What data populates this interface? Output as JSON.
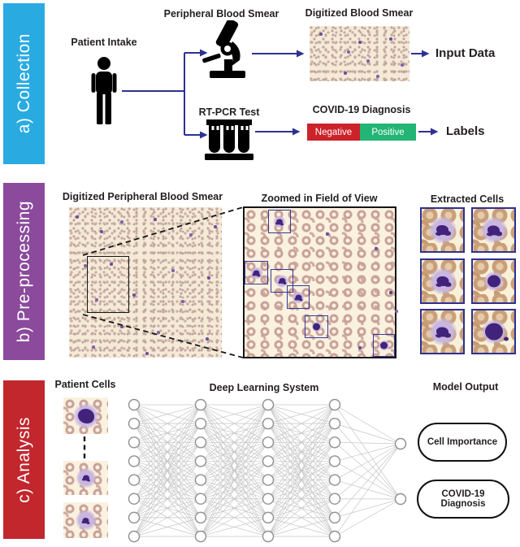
{
  "figure": {
    "sections": {
      "collection": {
        "label": "a) Collection",
        "color": "#29abe2"
      },
      "preprocessing": {
        "label": "b) Pre-processing",
        "color": "#8b4a9c"
      },
      "analysis": {
        "label": "c) Analysis",
        "color": "#c1272d"
      }
    },
    "collection": {
      "patient_intake": "Patient Intake",
      "peripheral_blood_smear": "Peripheral Blood Smear",
      "digitized_blood_smear": "Digitized Blood Smear",
      "input_data": "Input Data",
      "rt_pcr_test": "RT-PCR Test",
      "covid_diagnosis": "COVID-19 Diagnosis",
      "negative": "Negative",
      "positive": "Positive",
      "labels": "Labels",
      "negative_color": "#cc2229",
      "positive_color": "#22b573"
    },
    "preprocessing": {
      "smear_title": "Digitized Peripheral Blood Smear",
      "fov_title": "Zoomed in Field of View",
      "extracted_title": "Extracted Cells",
      "extracted_cell_count": 6,
      "detected_cell_boxes": 6
    },
    "analysis": {
      "patient_cells": "Patient Cells",
      "network_title": "Deep Learning System",
      "model_output": "Model Output",
      "outputs": [
        "Cell Importance",
        "COVID-19 Diagnosis"
      ]
    },
    "icons": {
      "patient": "person-silhouette",
      "microscope": "microscope",
      "rt_pcr": "test-tube-rack"
    },
    "arrow_color": "#2e3192",
    "network": {
      "hidden_layers": [
        8,
        8,
        8,
        8
      ],
      "output_nodes": 2
    }
  }
}
